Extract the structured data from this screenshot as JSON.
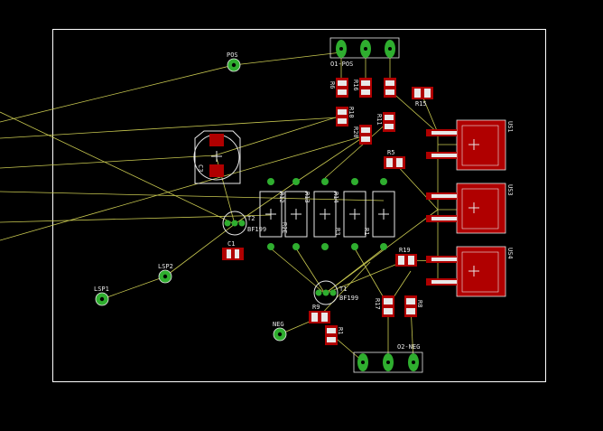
{
  "colors": {
    "background": "#000000",
    "outline": "#ffffff",
    "airwire": "#c8c850",
    "copper": "#b00000",
    "pad": "#2fae2f",
    "silk": "#e8e8e8"
  },
  "labels": {
    "pos": "POS",
    "o1pos": "O1-POS",
    "o2neg": "O2-NEG",
    "neg": "NEG",
    "lsp1": "LSP1",
    "lsp2": "LSP2",
    "c1": "C1",
    "c3": "C3",
    "t1": "T1",
    "t1val": "BF199",
    "t2": "T2",
    "t2val": "BF199",
    "r1": "R1",
    "r3": "R3",
    "r5": "R5",
    "r6": "R6",
    "r8": "R8",
    "r9": "R9",
    "r10": "R10",
    "r11": "R11",
    "r12": "R12",
    "r13": "R13",
    "r14": "R14",
    "r15": "R15",
    "r16": "R16",
    "r17": "R17",
    "r19": "R19",
    "r20": "R20",
    "r2e": "R2E",
    "us1": "US1",
    "us3": "US3",
    "us4": "US4"
  }
}
